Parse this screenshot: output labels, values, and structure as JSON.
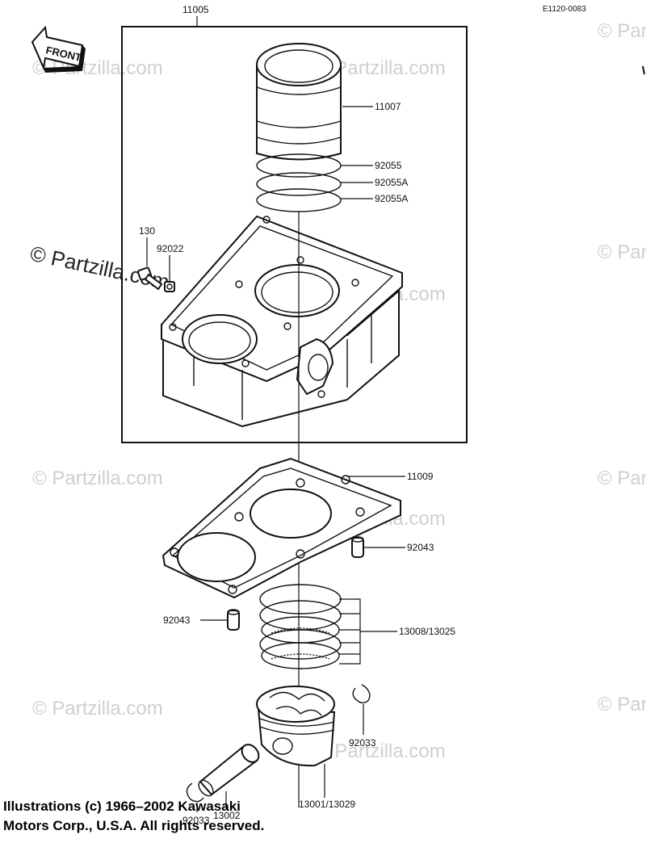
{
  "diagram": {
    "code": "E1120-0083",
    "front_label": "FRONT",
    "watermark": "© Partzilla.com",
    "labels": {
      "frame": "11005",
      "cylinder_sleeve": "11007",
      "ring_1": "92055",
      "ring_2": "92055A",
      "ring_3": "92055A",
      "bolt": "130",
      "washer": "92022",
      "base_gasket": "11009",
      "dowel_right": "92043",
      "dowel_left": "92043",
      "piston_rings": "13008/13025",
      "circlip_right": "92033",
      "piston": "13001/13029",
      "piston_pin": "13002",
      "circlip_left": "92033"
    }
  },
  "copyright": {
    "line1": "Illustrations (c) 1966–2002 Kawasaki",
    "line2": "Motors Corp., U.S.A.  All rights reserved."
  }
}
